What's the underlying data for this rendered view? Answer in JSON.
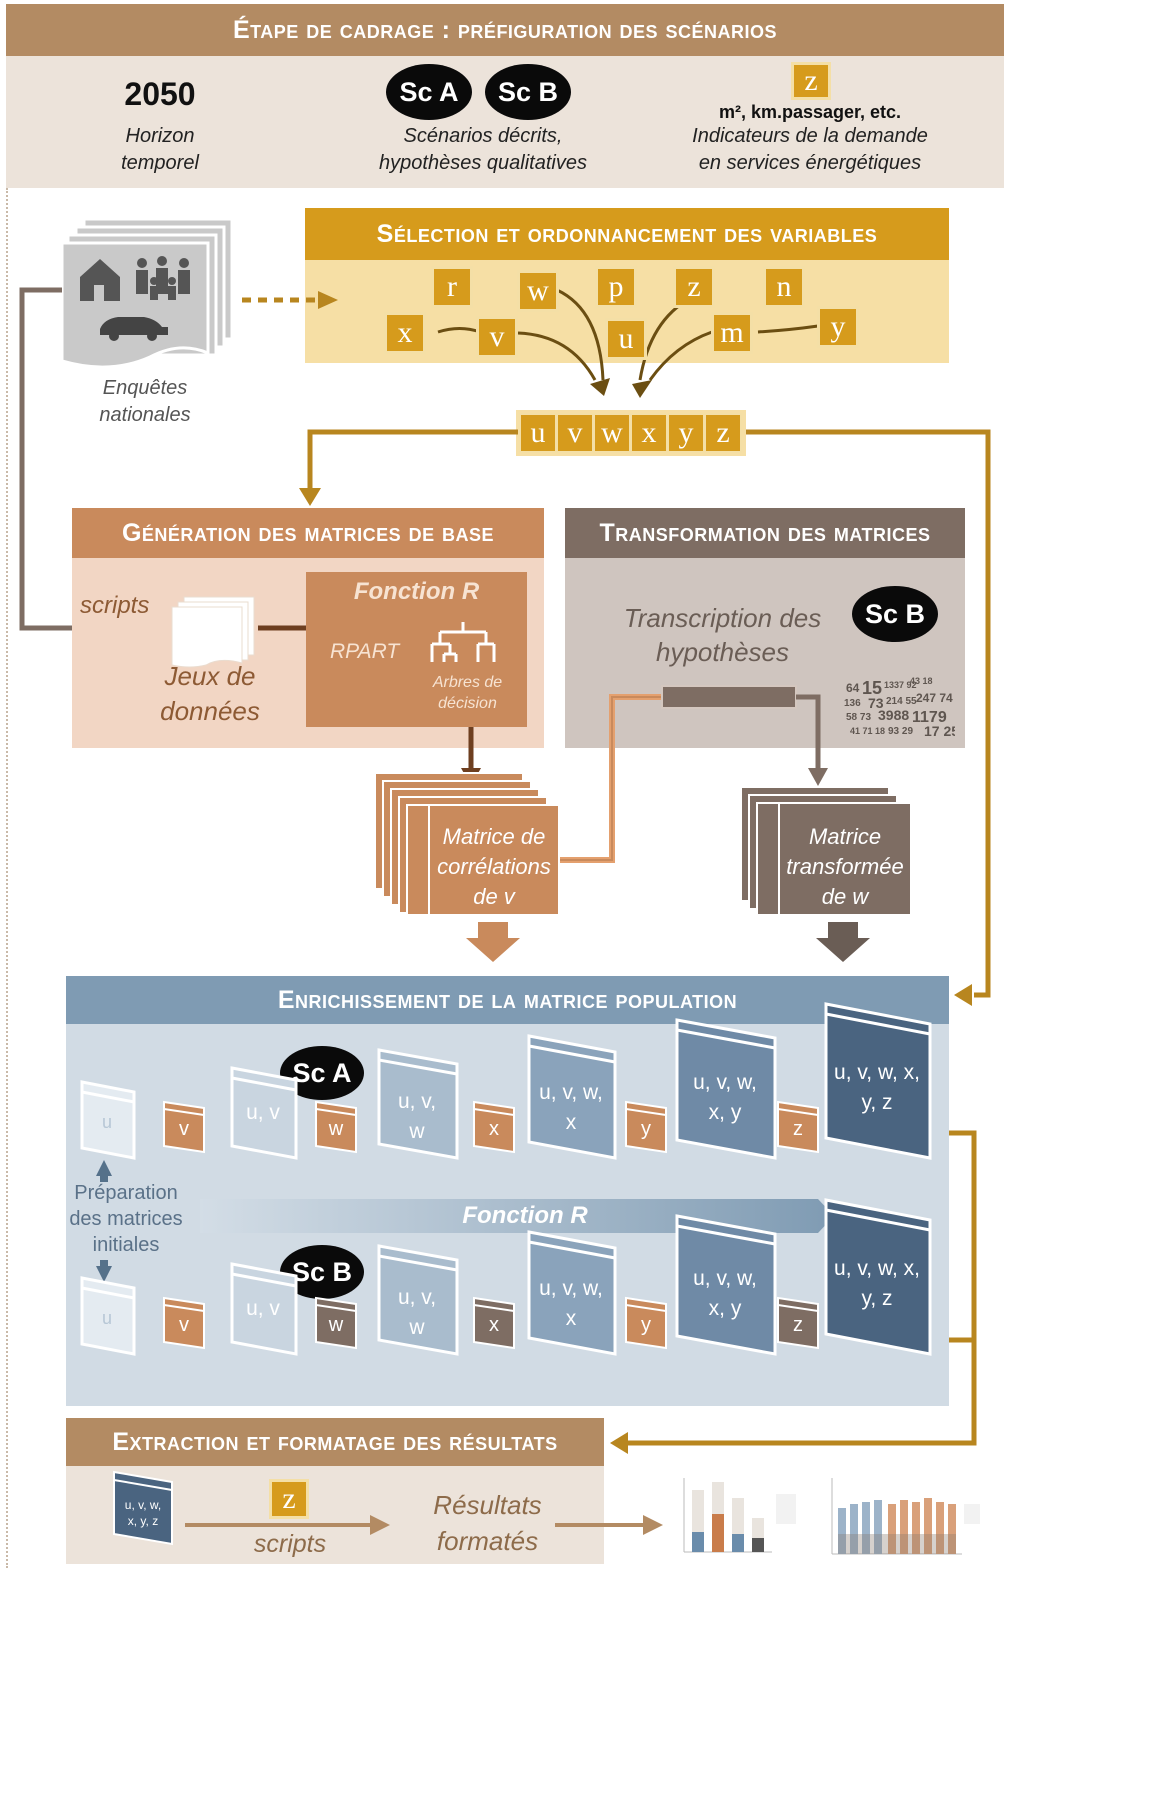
{
  "cadrage": {
    "title": "Étape de cadrage : préfiguration des scénarios",
    "horizon_value": "2050",
    "horizon_label_1": "Horizon",
    "horizon_label_2": "temporel",
    "sc_a": "Sc A",
    "sc_b": "Sc B",
    "scen_label_1": "Scénarios décrits,",
    "scen_label_2": "hypothèses qualitatives",
    "z_var": "z",
    "indic_units": "m², km.passager, etc.",
    "indic_label_1": "Indicateurs de la demande",
    "indic_label_2": "en services énergétiques"
  },
  "enquetes": {
    "label_1": "Enquêtes",
    "label_2": "nationales"
  },
  "selection": {
    "title": "Sélection et ordonnancement des variables",
    "vars": [
      "r",
      "w",
      "p",
      "z",
      "n",
      "x",
      "v",
      "u",
      "m",
      "y"
    ],
    "ordered": [
      "u",
      "v",
      "w",
      "x",
      "y",
      "z"
    ]
  },
  "generation": {
    "title": "Génération des matrices de base",
    "scripts": "scripts",
    "jeux_1": "Jeux de",
    "jeux_2": "données",
    "fonction_r": "Fonction R",
    "rpart": "RPART",
    "arbres_1": "Arbres de",
    "arbres_2": "décision",
    "matrice_1": "Matrice de",
    "matrice_2": "corrélations",
    "matrice_3": "de v"
  },
  "transformation": {
    "title": "Transformation des matrices",
    "transcription_1": "Transcription des",
    "transcription_2": "hypothèses",
    "sc_b": "Sc B",
    "matrice_1": "Matrice",
    "matrice_2": "transformée",
    "matrice_3": "de w"
  },
  "enrichissement": {
    "title": "Enrichissement de la matrice population",
    "sc_a": "Sc A",
    "sc_b": "Sc B",
    "prep_1": "Préparation",
    "prep_2": "des matrices",
    "prep_3": "initiales",
    "fonction_r": "Fonction R",
    "matrices": [
      {
        "l1": "u",
        "l2": ""
      },
      {
        "l1": "u, v",
        "l2": ""
      },
      {
        "l1": "u, v,",
        "l2": "w"
      },
      {
        "l1": "u, v, w,",
        "l2": "x"
      },
      {
        "l1": "u, v, w,",
        "l2": "x, y"
      },
      {
        "l1": "u, v, w, x,",
        "l2": "y, z"
      }
    ],
    "small_vars": [
      "v",
      "w",
      "x",
      "y",
      "z"
    ]
  },
  "extraction": {
    "title": "Extraction et formatage des résultats",
    "matrix_l1": "u, v, w,",
    "matrix_l2": "x, y, z",
    "z_var": "z",
    "scripts": "scripts",
    "resultats_1": "Résultats",
    "resultats_2": "formatés"
  },
  "colors": {
    "cadrage": "#b38b63",
    "selection": "#d69b1c",
    "generation": "#c98a5c",
    "transformation": "#7e6d63",
    "enrichissement": "#7f9bb3",
    "gold_arrow": "#b8861f"
  }
}
